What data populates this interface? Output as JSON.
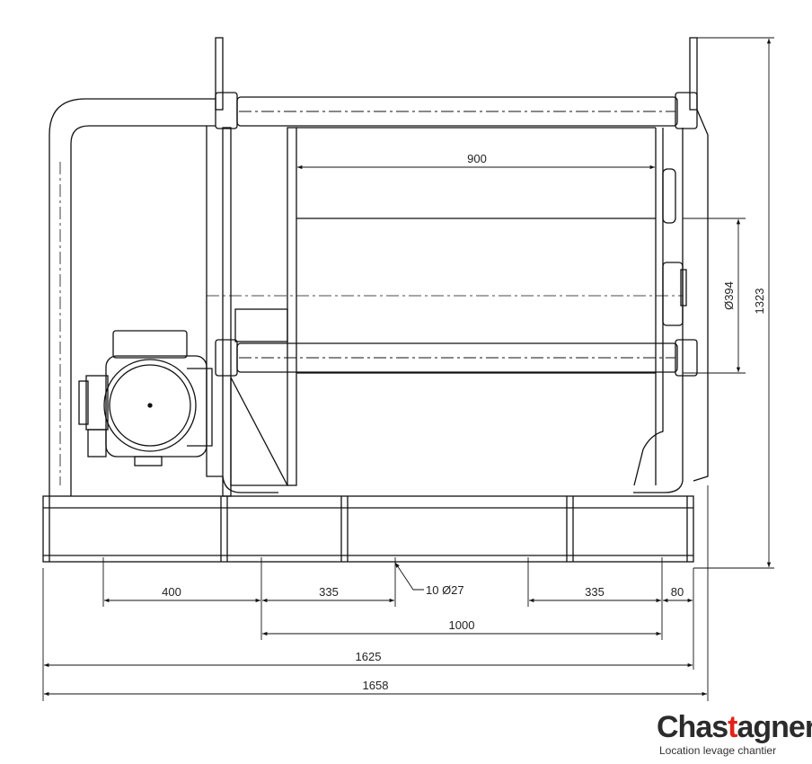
{
  "dimensions": {
    "drum_length": "900",
    "drum_diameter": "Ø394",
    "overall_height": "1323",
    "left_spacing": "400",
    "hole_spacing_left": "335",
    "hole_note": "10 Ø27",
    "hole_spacing_right": "335",
    "right_offset": "80",
    "inner_spacing": "1000",
    "base_length": "1625",
    "overall_length": "1658"
  },
  "logo": {
    "name_part1": "Chas",
    "name_accent": "t",
    "name_part2": "agner",
    "tagline": "Location levage chantier",
    "accent_color": "#e2231a"
  }
}
